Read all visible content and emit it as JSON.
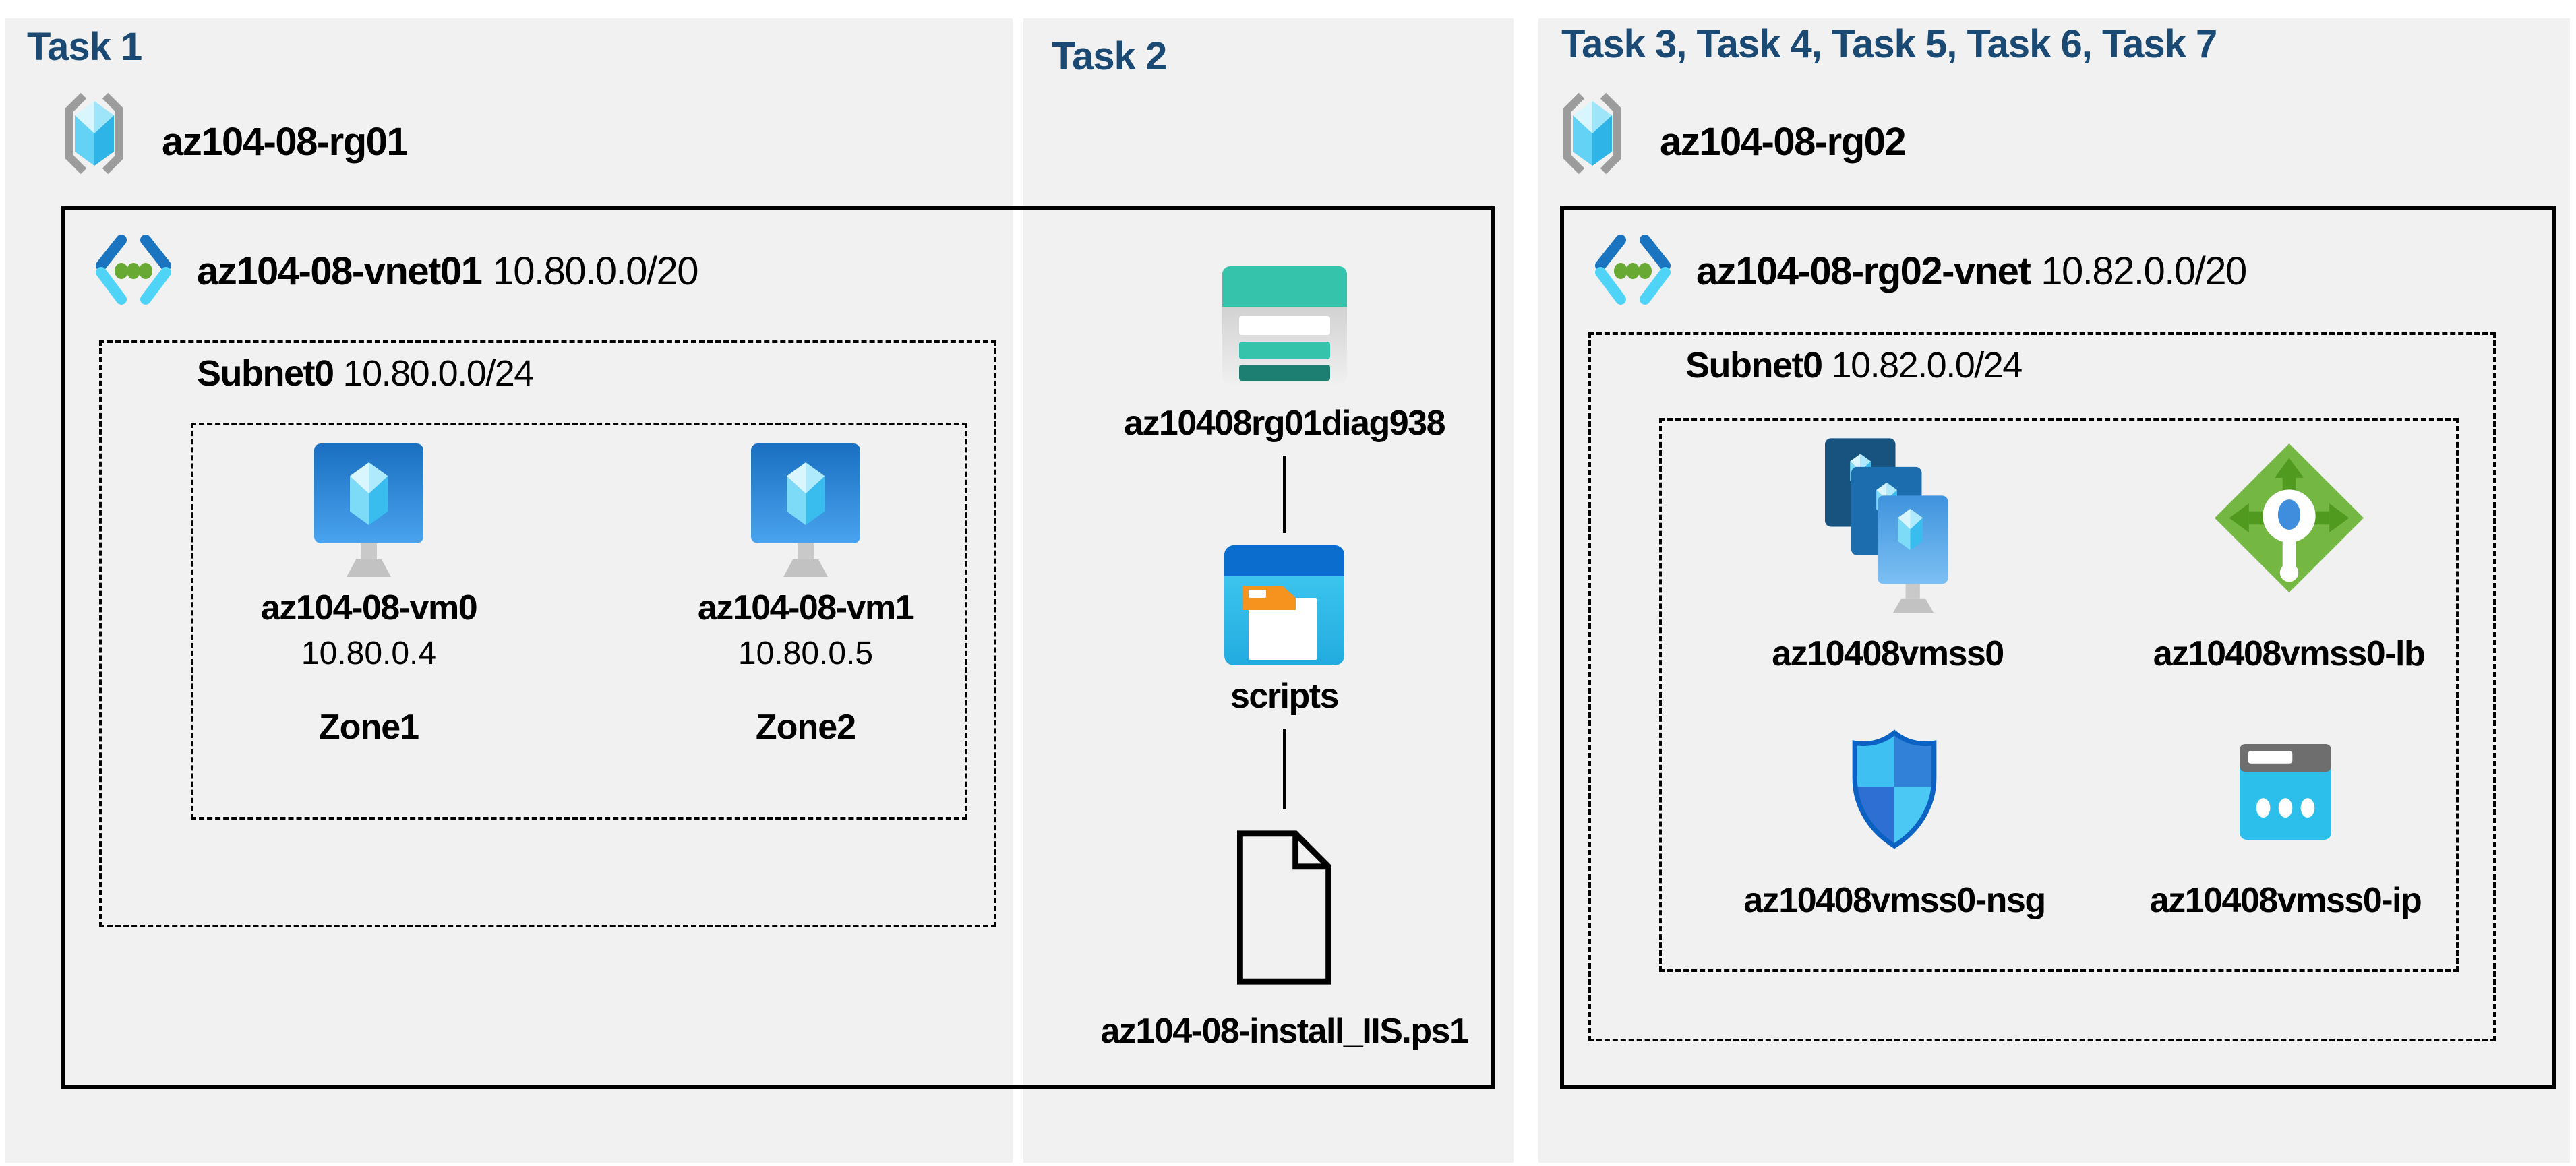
{
  "task1": {
    "title": "Task 1",
    "resource_group": "az104-08-rg01",
    "vnet": {
      "name": "az104-08-vnet01",
      "cidr": "10.80.0.0/20"
    },
    "subnet": {
      "name": "Subnet0",
      "cidr": "10.80.0.0/24"
    },
    "vms": [
      {
        "name": "az104-08-vm0",
        "ip": "10.80.0.4",
        "zone": "Zone1"
      },
      {
        "name": "az104-08-vm1",
        "ip": "10.80.0.5",
        "zone": "Zone2"
      }
    ]
  },
  "task2": {
    "title": "Task 2",
    "storage_account": "az10408rg01diag938",
    "container": "scripts",
    "script_file": "az104-08-install_IIS.ps1"
  },
  "task3": {
    "title": "Task 3, Task 4, Task 5, Task 6, Task 7",
    "resource_group": "az104-08-rg02",
    "vnet": {
      "name": "az104-08-rg02-vnet",
      "cidr": "10.82.0.0/20"
    },
    "subnet": {
      "name": "Subnet0",
      "cidr": "10.82.0.0/24"
    },
    "resources": [
      {
        "name": "az10408vmss0",
        "icon": "vm-scale-set-icon"
      },
      {
        "name": "az10408vmss0-lb",
        "icon": "load-balancer-icon"
      },
      {
        "name": "az10408vmss0-nsg",
        "icon": "network-security-group-icon"
      },
      {
        "name": "az10408vmss0-ip",
        "icon": "public-ip-icon"
      }
    ]
  },
  "colors": {
    "panel_background": "#f1f1f2",
    "title_navy": "#1a4a73",
    "outline_black": "#000000",
    "azure_blue": "#1b74c0",
    "azure_cyan": "#4fd4f7",
    "vnet_dot_green": "#67a933",
    "lb_green": "#74b843",
    "storage_teal": "#35c3ab",
    "storage_dark_teal": "#1d7e72",
    "folder_orange": "#f6921e",
    "ip_cyan": "#2dbfeb"
  }
}
